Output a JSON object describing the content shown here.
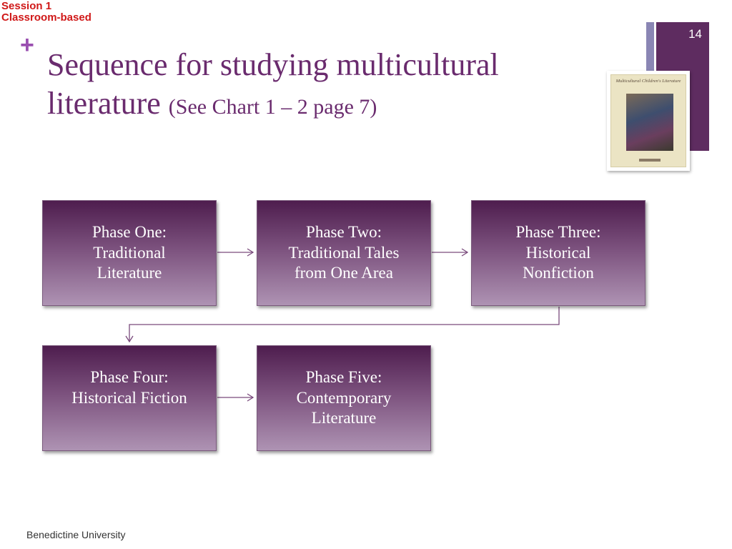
{
  "header": {
    "session_line1": "Session 1",
    "session_line2": "Classroom-based",
    "plus_glyph": "+",
    "page_number": "14"
  },
  "title": {
    "main": "Sequence for studying multicultural literature",
    "note": "(See Chart 1 – 2 page 7)"
  },
  "book_image": {
    "cover_title": "Multicultural Children's Literature",
    "icon": "book-cover-icon"
  },
  "phases": [
    {
      "label": "Phase One:",
      "desc_line1": "Traditional",
      "desc_line2": "Literature"
    },
    {
      "label": "Phase Two:",
      "desc_line1": "Traditional Tales",
      "desc_line2": "from One Area"
    },
    {
      "label": "Phase Three:",
      "desc_line1": "Historical",
      "desc_line2": "Nonfiction"
    },
    {
      "label": "Phase Four:",
      "desc_line1": "Historical Fiction",
      "desc_line2": ""
    },
    {
      "label": "Phase Five:",
      "desc_line1": "Contemporary",
      "desc_line2": "Literature"
    }
  ],
  "footer": {
    "text": "Benedictine University"
  },
  "colors": {
    "title": "#6a2b6e",
    "accent_plus": "#9a4fb0",
    "session_red": "#d01818",
    "sidebar_purple": "#5e2c60",
    "sidebar_lavender": "#8a86b4",
    "box_top": "#4e1d4e",
    "box_bottom": "#ae93b3",
    "connector": "#7a4a7c"
  }
}
